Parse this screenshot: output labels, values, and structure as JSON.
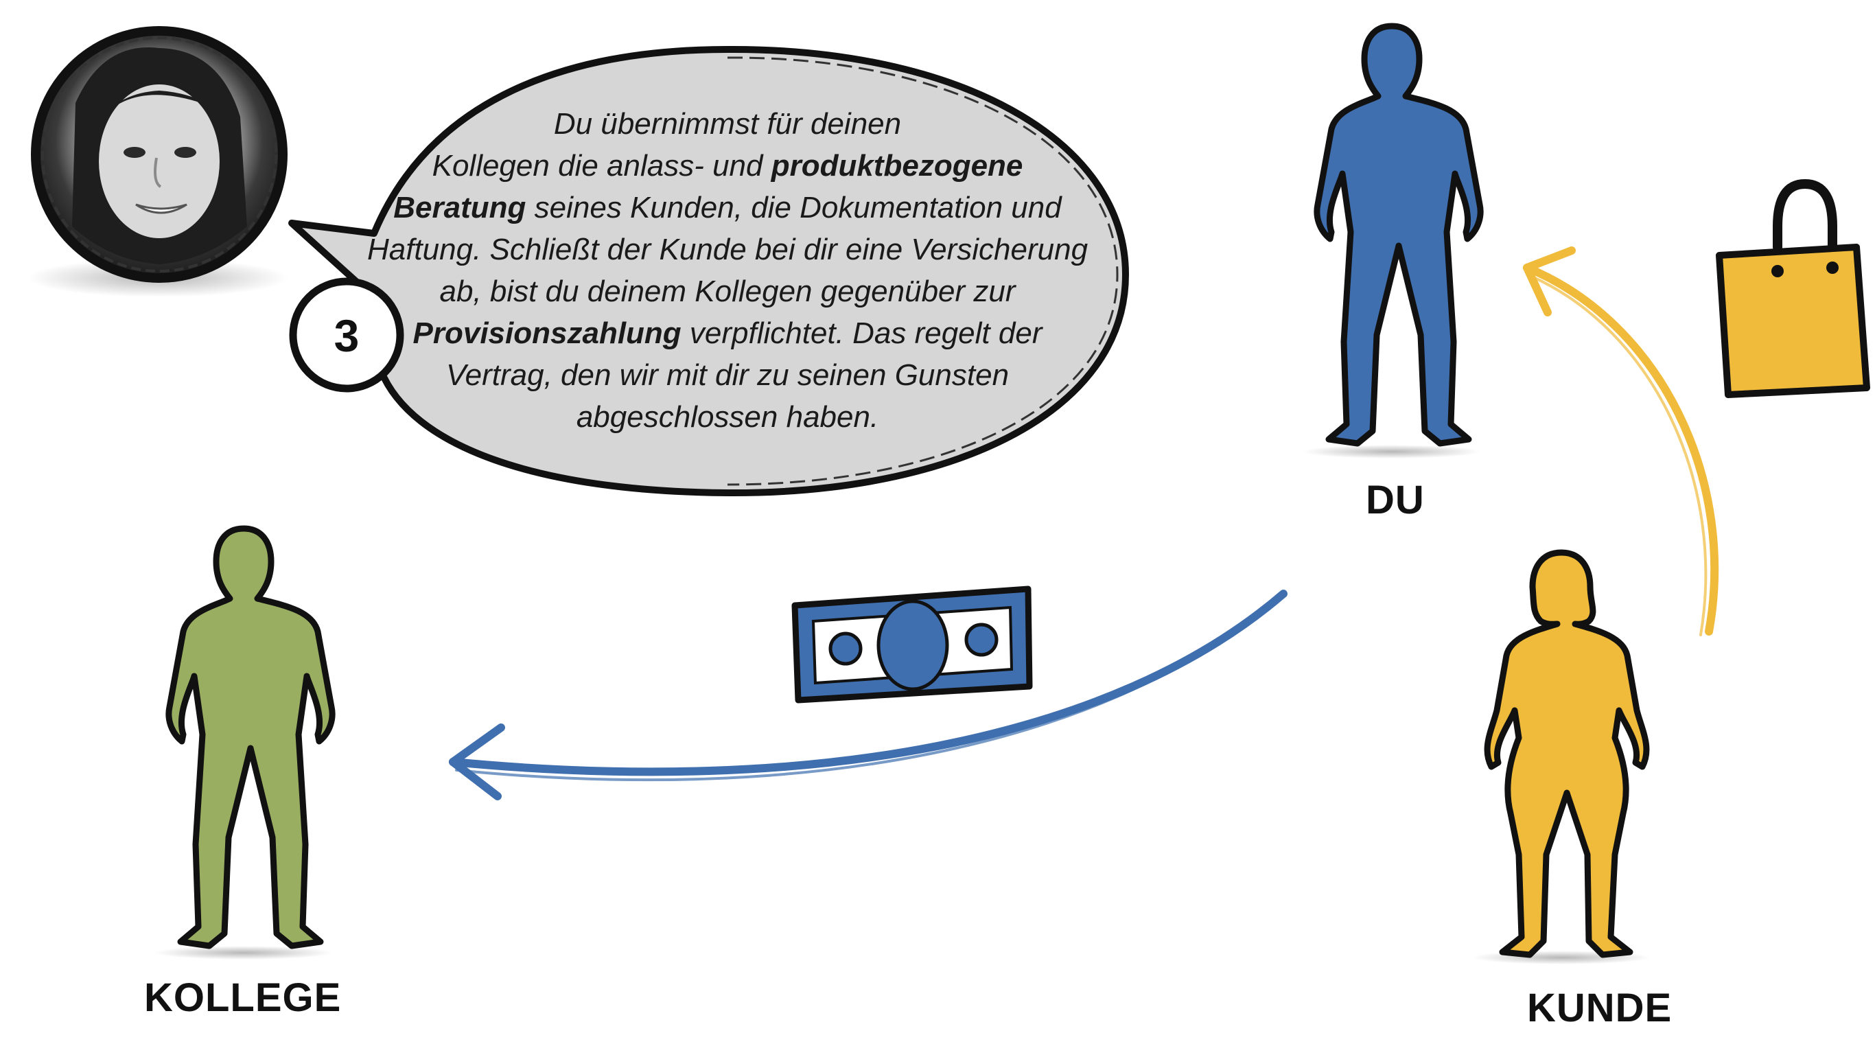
{
  "speech": {
    "line1": "Du übernimmst für deinen",
    "line2_a": "Kollegen die anlass- und ",
    "line2_b": "produktbezogene",
    "line3_a": "Beratung",
    "line3_b": " seines Kunden, die Dokumentation und",
    "line4": "Haftung. Schließt der Kunde bei dir eine Versicherung",
    "line5": "ab, bist du deinem Kollegen gegenüber zur",
    "line6_a": "Provisionszahlung",
    "line6_b": " verpflichtet. Das regelt der",
    "line7": "Vertrag, den wir mit dir zu seinen Gunsten",
    "line8": "abgeschlossen haben."
  },
  "step_number": "3",
  "labels": {
    "du": "DU",
    "kollege": "KOLLEGE",
    "kunde": "KUNDE"
  },
  "colors": {
    "du": "#3f6fae",
    "kollege": "#9aae62",
    "kunde": "#f0bb3a",
    "bubble": "#d6d6d6",
    "outline": "#111111"
  }
}
